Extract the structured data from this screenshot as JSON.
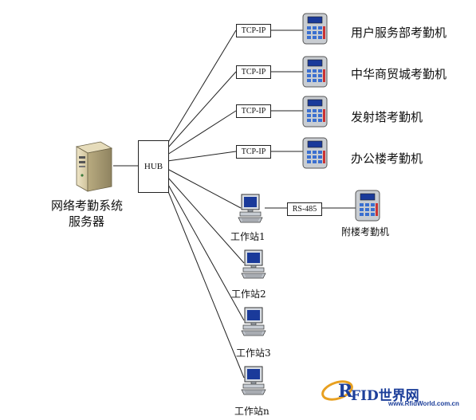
{
  "server": {
    "line1": "网络考勤系统",
    "line2": "服务器"
  },
  "hub": {
    "label": "HUB"
  },
  "terminals": [
    {
      "protocol": "TCP-IP",
      "name": "用户服务部考勤机"
    },
    {
      "protocol": "TCP-IP",
      "name": "中华商贸城考勤机"
    },
    {
      "protocol": "TCP-IP",
      "name": "发射塔考勤机"
    },
    {
      "protocol": "TCP-IP",
      "name": "办公楼考勤机"
    }
  ],
  "workstations": [
    {
      "label": "工作站1"
    },
    {
      "label": "工作站2"
    },
    {
      "label": "工作站3"
    },
    {
      "label": "工作站n"
    }
  ],
  "serial_link": {
    "protocol": "RS-485",
    "device": "附楼考勤机"
  },
  "watermark": {
    "brand_r": "R",
    "brand_rest": "FID世界网",
    "url": "www.RfidWorld.com.cn"
  },
  "colors": {
    "line": "#222222",
    "device_body": "#c9cdd2",
    "keypad": "#3a6fd0",
    "screen": "#1a3a9a"
  }
}
